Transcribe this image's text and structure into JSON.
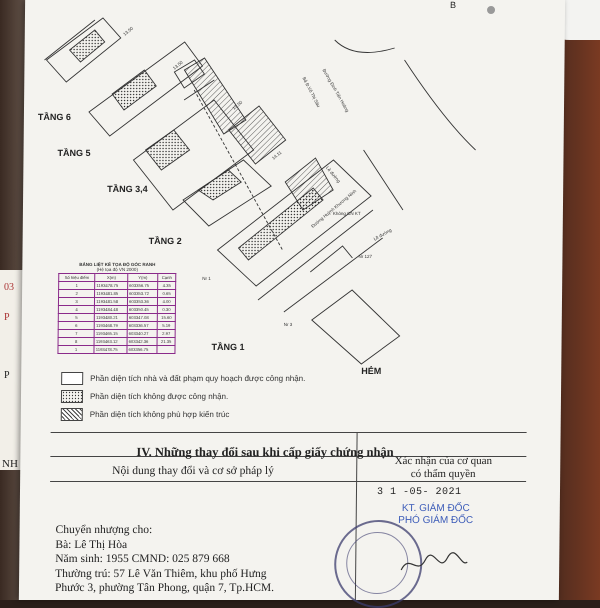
{
  "floors": {
    "tang6": "TẦNG 6",
    "tang5": "TẦNG 5",
    "tang34": "TẦNG 3,4",
    "tang2": "TẦNG 2",
    "tang1": "TẦNG 1"
  },
  "streets": {
    "hem": "HẺM",
    "le_duong": "Lề đường",
    "le_duong_2": "Lề đường",
    "no127": "Nr 127",
    "no1": "Nr 1",
    "no3": "Nr 3"
  },
  "coord_table": {
    "title": "BẢNG LIỆT KÊ TỌA ĐỘ GÓC RANH",
    "subtitle": "(Hệ tọa độ VN 2000)",
    "headers": [
      "Số hiệu điểm",
      "X(m)",
      "Y(m)",
      "Cạnh"
    ],
    "rows": [
      [
        "1",
        "1193478.75",
        "603356.75",
        "4.35"
      ],
      [
        "2",
        "1193481.85",
        "603353.72",
        "0.65"
      ],
      [
        "3",
        "1193481.58",
        "603353.36",
        "4.00"
      ],
      [
        "4",
        "1193484.48",
        "603350.45",
        "0.30"
      ],
      [
        "5",
        "1193480.21",
        "603347.08",
        "15.60"
      ],
      [
        "6",
        "1193468.79",
        "603336.57",
        "5.19"
      ],
      [
        "7",
        "1193465.15",
        "603340.27",
        "2.97"
      ],
      [
        "8",
        "1193463.12",
        "603342.36",
        "21.35"
      ],
      [
        "1",
        "1193478.75",
        "603356.75",
        ""
      ]
    ]
  },
  "legend": [
    {
      "text": "Phần diện tích nhà và đất phạm quy hoạch được công nhận.",
      "style": "plain"
    },
    {
      "text": "Phần diện tích không được công nhận.",
      "style": "dots"
    },
    {
      "text": "Phần diện tích không phù hợp kiến trúc",
      "style": "hatch"
    }
  ],
  "changes": {
    "title": "IV. Những thay đổi sau khi cấp giấy chứng nhận",
    "col_left": "Nội dung thay đổi và cơ sở pháp lý",
    "col_right_line1": "Xác nhận của cơ quan",
    "col_right_line2": "có thẩm quyền",
    "date": "3 1 -05- 2021",
    "stamp_line1": "KT. GIÁM ĐỐC",
    "stamp_line2": "PHÓ GIÁM ĐỐC",
    "transfer_lines": [
      "Chuyển nhượng cho:",
      "Bà: Lê Thị Hòa",
      "Năm sinh: 1955      CMND: 025 879 668",
      "Thường trú: 57 Lê Văn Thiêm, khu phố Hưng",
      "Phước 3, phường Tân Phong, quận 7, Tp.HCM."
    ]
  },
  "side_fragments": [
    "03",
    "P",
    "NH",
    "P"
  ],
  "compass": "B",
  "colors": {
    "paper": "#f4f3ef",
    "ink": "#222222",
    "stamp_blue": "#3b5bb8",
    "table_border": "#8a2a8a"
  }
}
